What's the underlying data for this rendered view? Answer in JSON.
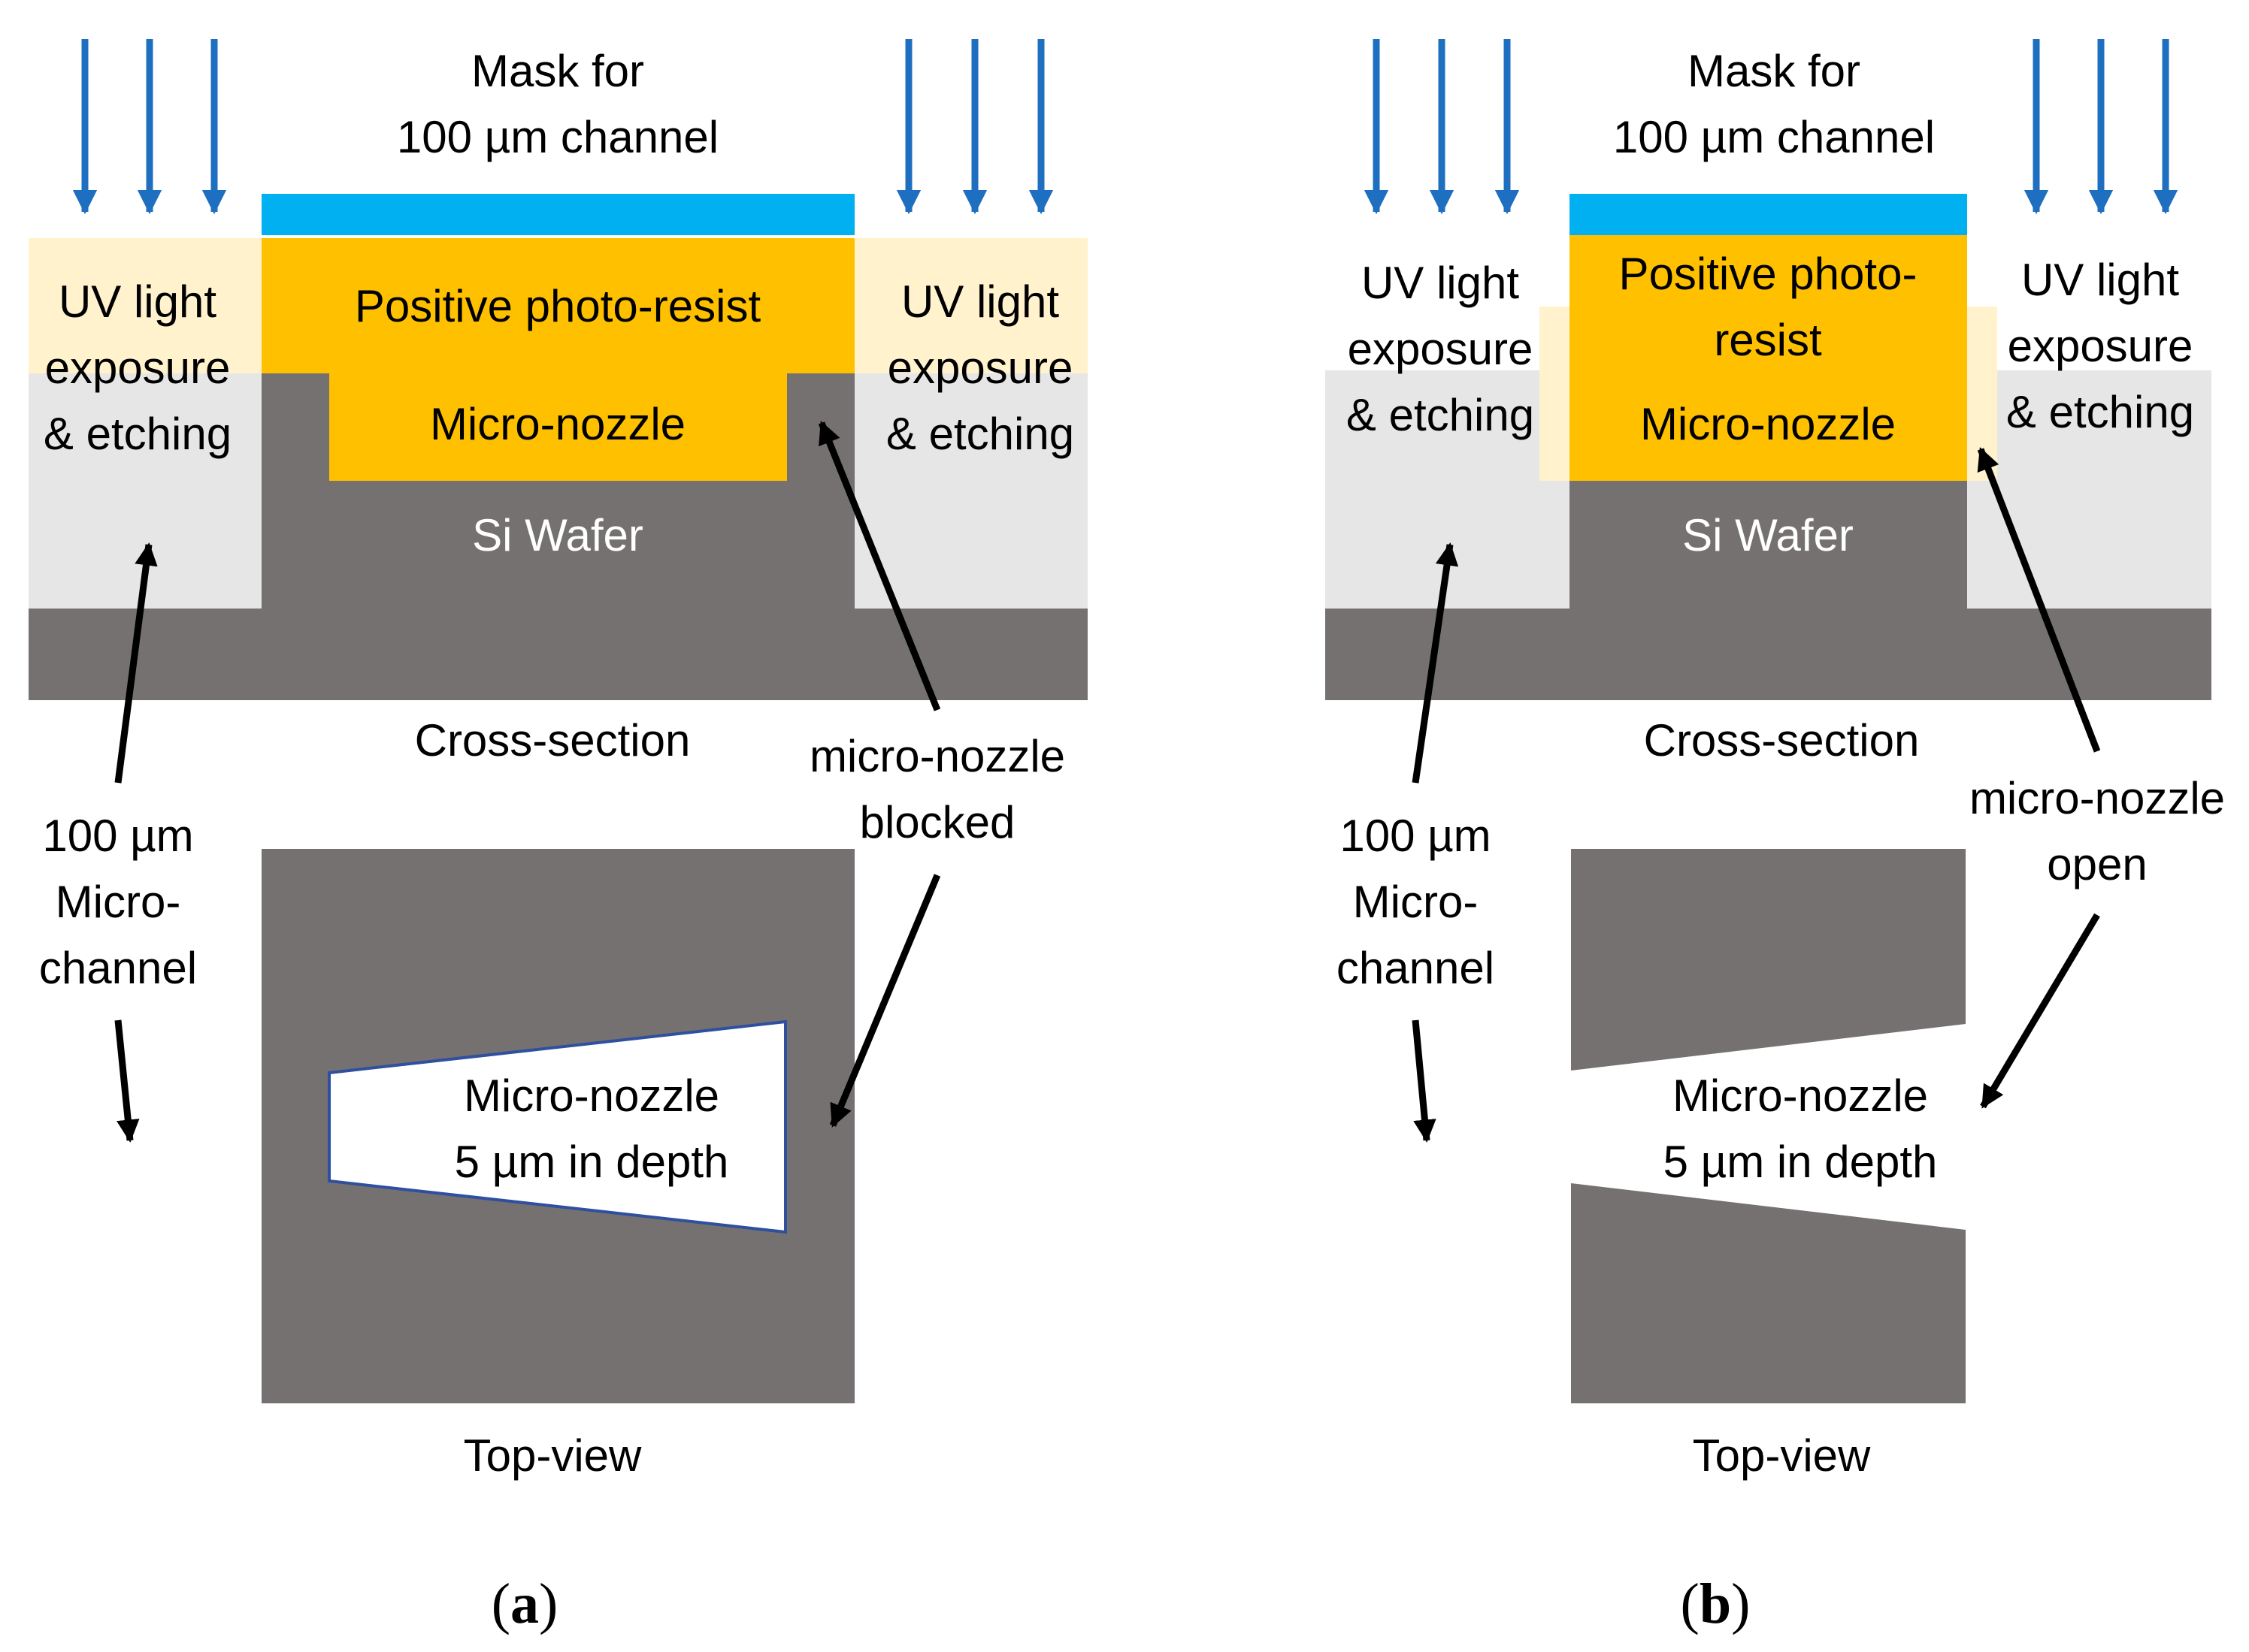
{
  "colors": {
    "uv_arrow": "#1F6FC1",
    "mask": "#00B0F0",
    "photoresist": "#FFC000",
    "exposed_region": "#FFF2CC",
    "etched_region": "#E6E6E6",
    "si_wafer": "#767171",
    "annotation_arrow": "#000000",
    "nozzle_outline": "#2F4F9F"
  },
  "panel_a": {
    "mask_label_line1": "Mask for",
    "mask_label_line2": "100 µm channel",
    "uv_left": [
      "UV light",
      "exposure",
      "& etching"
    ],
    "uv_right": [
      "UV light",
      "exposure",
      "& etching"
    ],
    "photoresist_label": "Positive photo-resist",
    "nozzle_label": "Micro-nozzle",
    "wafer_label": "Si Wafer",
    "cross_section_label": "Cross-section",
    "status_line1": "micro-nozzle",
    "status_line2": "blocked",
    "channel_label": [
      "100 µm",
      "Micro-",
      "channel"
    ],
    "topview_nozzle_line1": "Micro-nozzle",
    "topview_nozzle_line2": "5 µm in depth",
    "top_view_label": "Top-view",
    "caption_open": "(",
    "caption_letter": "a",
    "caption_close": ")"
  },
  "panel_b": {
    "mask_label_line1": "Mask for",
    "mask_label_line2": "100 µm channel",
    "uv_left": [
      "UV light",
      "exposure",
      "& etching"
    ],
    "uv_right": [
      "UV light",
      "exposure",
      "& etching"
    ],
    "photoresist_label_line1": "Positive photo-",
    "photoresist_label_line2": "resist",
    "nozzle_label": "Micro-nozzle",
    "wafer_label": "Si Wafer",
    "cross_section_label": "Cross-section",
    "status_line1": "micro-nozzle",
    "status_line2": "open",
    "channel_label": [
      "100 µm",
      "Micro-",
      "channel"
    ],
    "topview_nozzle_line1": "Micro-nozzle",
    "topview_nozzle_line2": "5 µm in depth",
    "top_view_label": "Top-view",
    "caption_open": "(",
    "caption_letter": "b",
    "caption_close": ")"
  }
}
